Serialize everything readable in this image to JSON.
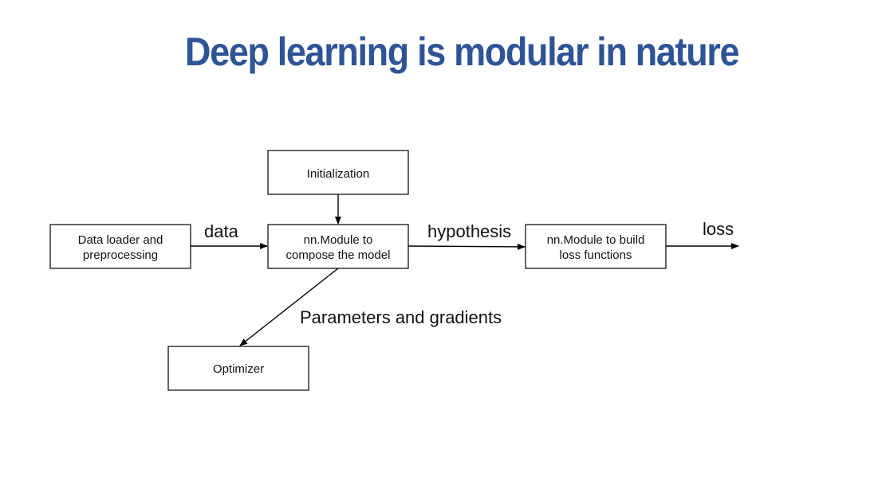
{
  "slide": {
    "title": "Deep learning is modular in nature",
    "title_color": "#2f5496",
    "line_color": "#000000"
  },
  "nodes": {
    "initialization": [
      "Initialization"
    ],
    "data_loader": [
      "Data loader and",
      "preprocessing"
    ],
    "model": [
      "nn.Module to",
      "compose the model"
    ],
    "loss_module": [
      "nn.Module to build",
      "loss functions"
    ],
    "optimizer": [
      "Optimizer"
    ]
  },
  "edges": {
    "data": "data",
    "hypothesis": "hypothesis",
    "loss": "loss",
    "params": "Parameters and gradients"
  }
}
